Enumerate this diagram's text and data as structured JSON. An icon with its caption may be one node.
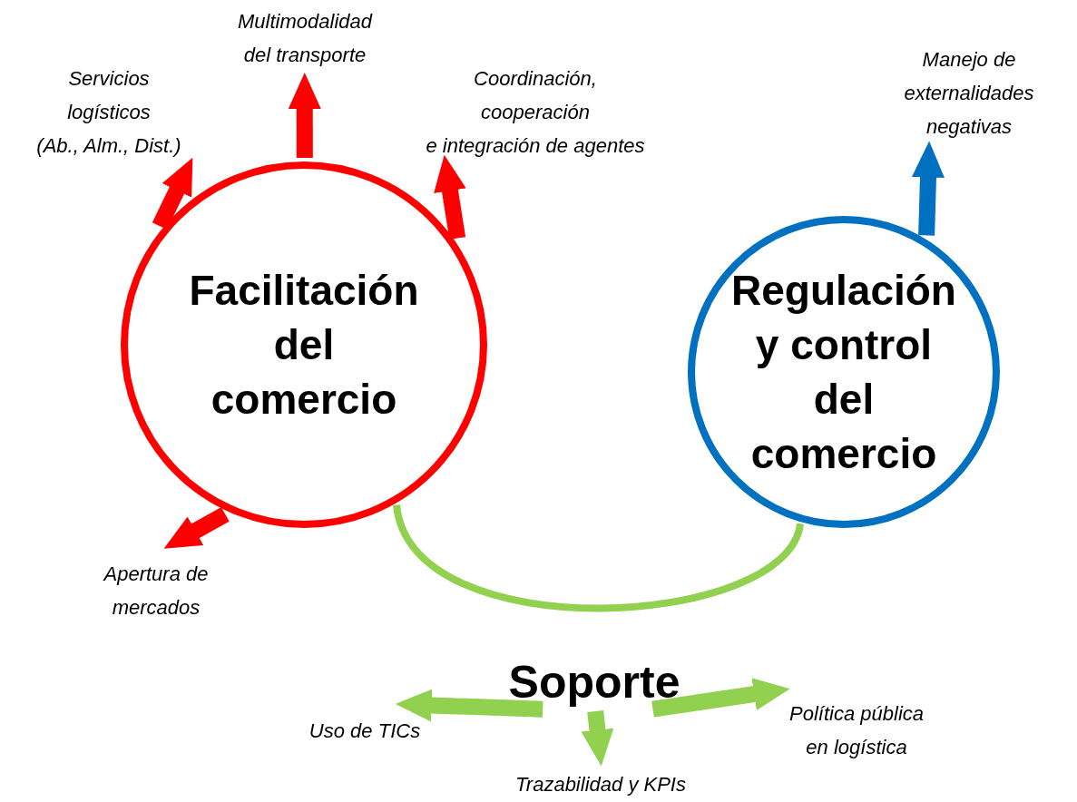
{
  "diagram": {
    "nodes": [
      {
        "text": [
          "Facilitación del comercio"
        ]
      },
      {
        "text": [
          "Servicios logísticos (Ab., Alm., Dist.)"
        ]
      },
      {
        "text": [
          "Multimodalidad del transporte"
        ]
      },
      {
        "text": [
          "Coordinación, cooperación e integración de agentes"
        ]
      },
      {
        "text": [
          "Apertura de mercados"
        ]
      },
      {
        "text": [
          "Regulación y control del comercio"
        ]
      },
      {
        "text": [
          "Manejo de externalidades negativas"
        ]
      },
      {
        "text": [
          "Soporte"
        ]
      },
      {
        "text": [
          "Uso de TICs"
        ]
      },
      {
        "text": [
          "Trazabilidad y KPIs"
        ]
      },
      {
        "text": [
          "Política pública en logística"
        ]
      }
    ],
    "edges": [
      {
        "from": 0,
        "to": 1,
        "arrow": "to",
        "color": "#ff0000"
      },
      {
        "from": 0,
        "to": 2,
        "arrow": "to",
        "color": "#ff0000"
      },
      {
        "from": 0,
        "to": 3,
        "arrow": "to",
        "color": "#ff0000"
      },
      {
        "from": 0,
        "to": 4,
        "arrow": "to",
        "color": "#ff0000"
      },
      {
        "from": 5,
        "to": 6,
        "arrow": "to",
        "color": "#0070c0"
      },
      {
        "from": 0,
        "to": 5,
        "arrow": "none",
        "color": "#92d050"
      },
      {
        "from": 7,
        "to": 8,
        "arrow": "to",
        "color": "#92d050"
      },
      {
        "from": 7,
        "to": 9,
        "arrow": "to",
        "color": "#92d050"
      },
      {
        "from": 7,
        "to": 10,
        "arrow": "to",
        "color": "#92d050"
      }
    ]
  }
}
